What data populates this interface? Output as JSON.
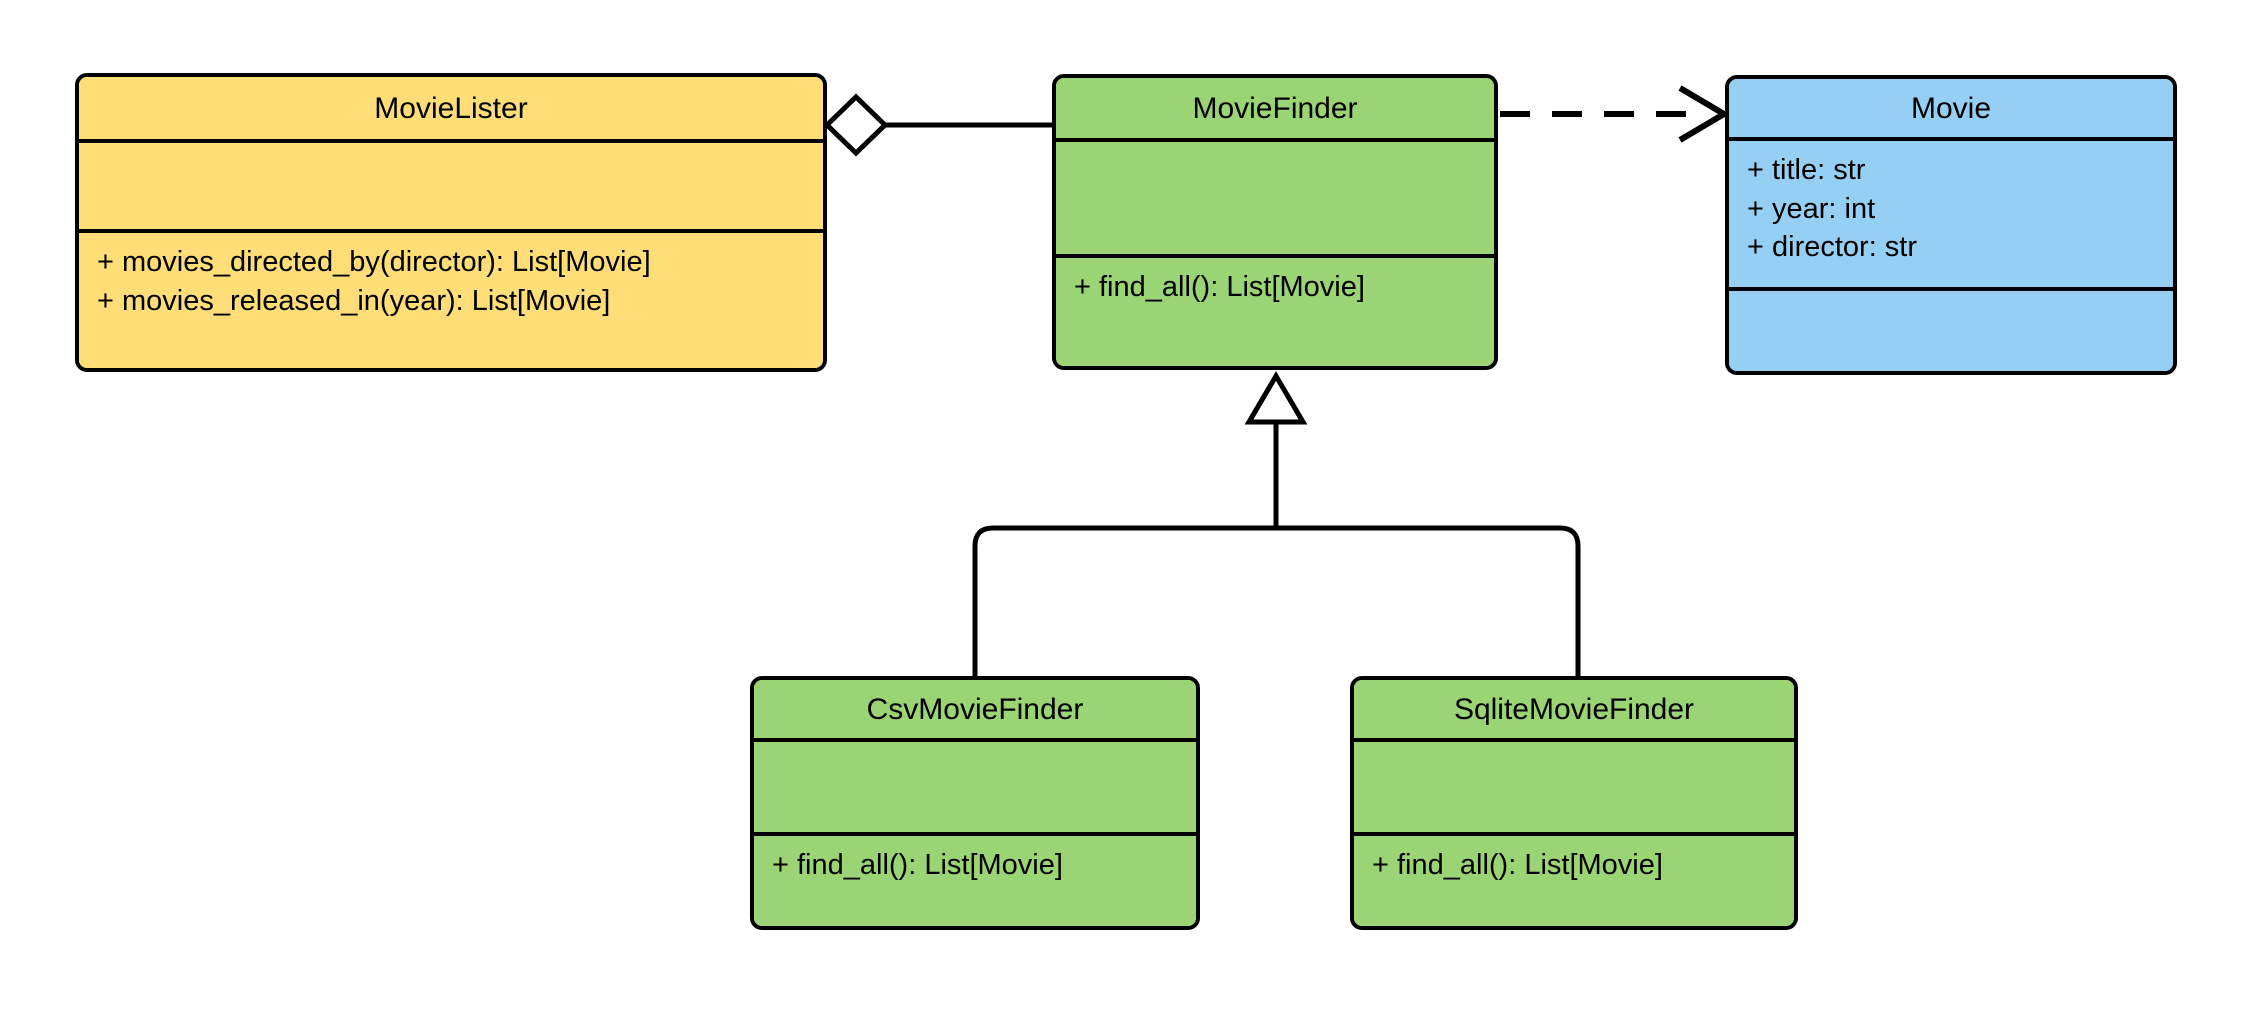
{
  "diagram": {
    "type": "uml-class-diagram",
    "title": "Movie Finder dependency injection class diagram",
    "background": "#ffffff",
    "line_color": "#000000"
  },
  "palette": {
    "lister_fill": "#FFDD77",
    "finder_fill": "#9BD474",
    "movie_fill": "#96CFF4",
    "stroke": "#000000"
  },
  "classes": {
    "movie_lister": {
      "name": "MovieLister",
      "fill": "#FFDD77",
      "attributes": [],
      "operations": [
        "+ movies_directed_by(director): List[Movie]",
        "+ movies_released_in(year): List[Movie]"
      ]
    },
    "movie_finder": {
      "name": "MovieFinder",
      "fill": "#9BD474",
      "attributes": [],
      "operations": [
        "+ find_all(): List[Movie]"
      ]
    },
    "movie": {
      "name": "Movie",
      "fill": "#96CFF4",
      "attributes": [
        "+ title: str",
        "+ year: int",
        "+ director: str"
      ],
      "operations": []
    },
    "csv_movie_finder": {
      "name": "CsvMovieFinder",
      "fill": "#9BD474",
      "attributes": [],
      "operations": [
        "+ find_all(): List[Movie]"
      ]
    },
    "sqlite_movie_finder": {
      "name": "SqliteMovieFinder",
      "fill": "#9BD474",
      "attributes": [],
      "operations": [
        "+ find_all(): List[Movie]"
      ]
    }
  },
  "relationships": [
    {
      "id": "aggregation",
      "kind": "aggregation",
      "source": "MovieLister",
      "target": "MovieFinder",
      "marker": "hollow-diamond",
      "line": "solid",
      "label": ""
    },
    {
      "id": "dependency",
      "kind": "dependency",
      "source": "MovieFinder",
      "target": "Movie",
      "marker": "open-arrow",
      "line": "dashed",
      "label": ""
    },
    {
      "id": "generalization-csv",
      "kind": "generalization",
      "source": "CsvMovieFinder",
      "target": "MovieFinder",
      "marker": "hollow-triangle",
      "line": "solid",
      "label": ""
    },
    {
      "id": "generalization-sqlite",
      "kind": "generalization",
      "source": "SqliteMovieFinder",
      "target": "MovieFinder",
      "marker": "hollow-triangle",
      "line": "solid",
      "label": ""
    }
  ]
}
